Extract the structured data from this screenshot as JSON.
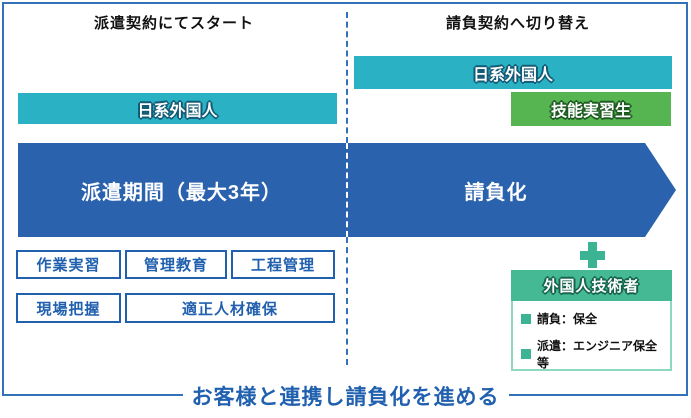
{
  "headers": {
    "left": "派遣契約にてスタート",
    "right": "請負契約へ切り替え"
  },
  "bars": {
    "left_nikkei": "日系外国人",
    "right_nikkei": "日系外国人",
    "trainee": "技能実習生"
  },
  "arrow": {
    "left_label": "派遣期間（最大3年）",
    "right_label": "請負化"
  },
  "process_boxes": [
    "作業実習",
    "管理教育",
    "工程管理",
    "現場把握",
    "適正人材確保"
  ],
  "tech_card": {
    "title": "外国人技術者",
    "items": [
      "請負：保全",
      "派遣：エンジニア保全等"
    ]
  },
  "footer": {
    "title": "お客様と連携し請負化を進める"
  },
  "colors": {
    "frame-blue": "#3372b8",
    "teal": "#2ab2c4",
    "green": "#56b551",
    "arrow-blue": "#2a62ae",
    "box-blue": "#2060ae",
    "accent-teal-green": "#3cb392",
    "card-header-green": "#45b894",
    "card-border": "#8fd8c0",
    "footer-blue": "#2060ae"
  }
}
